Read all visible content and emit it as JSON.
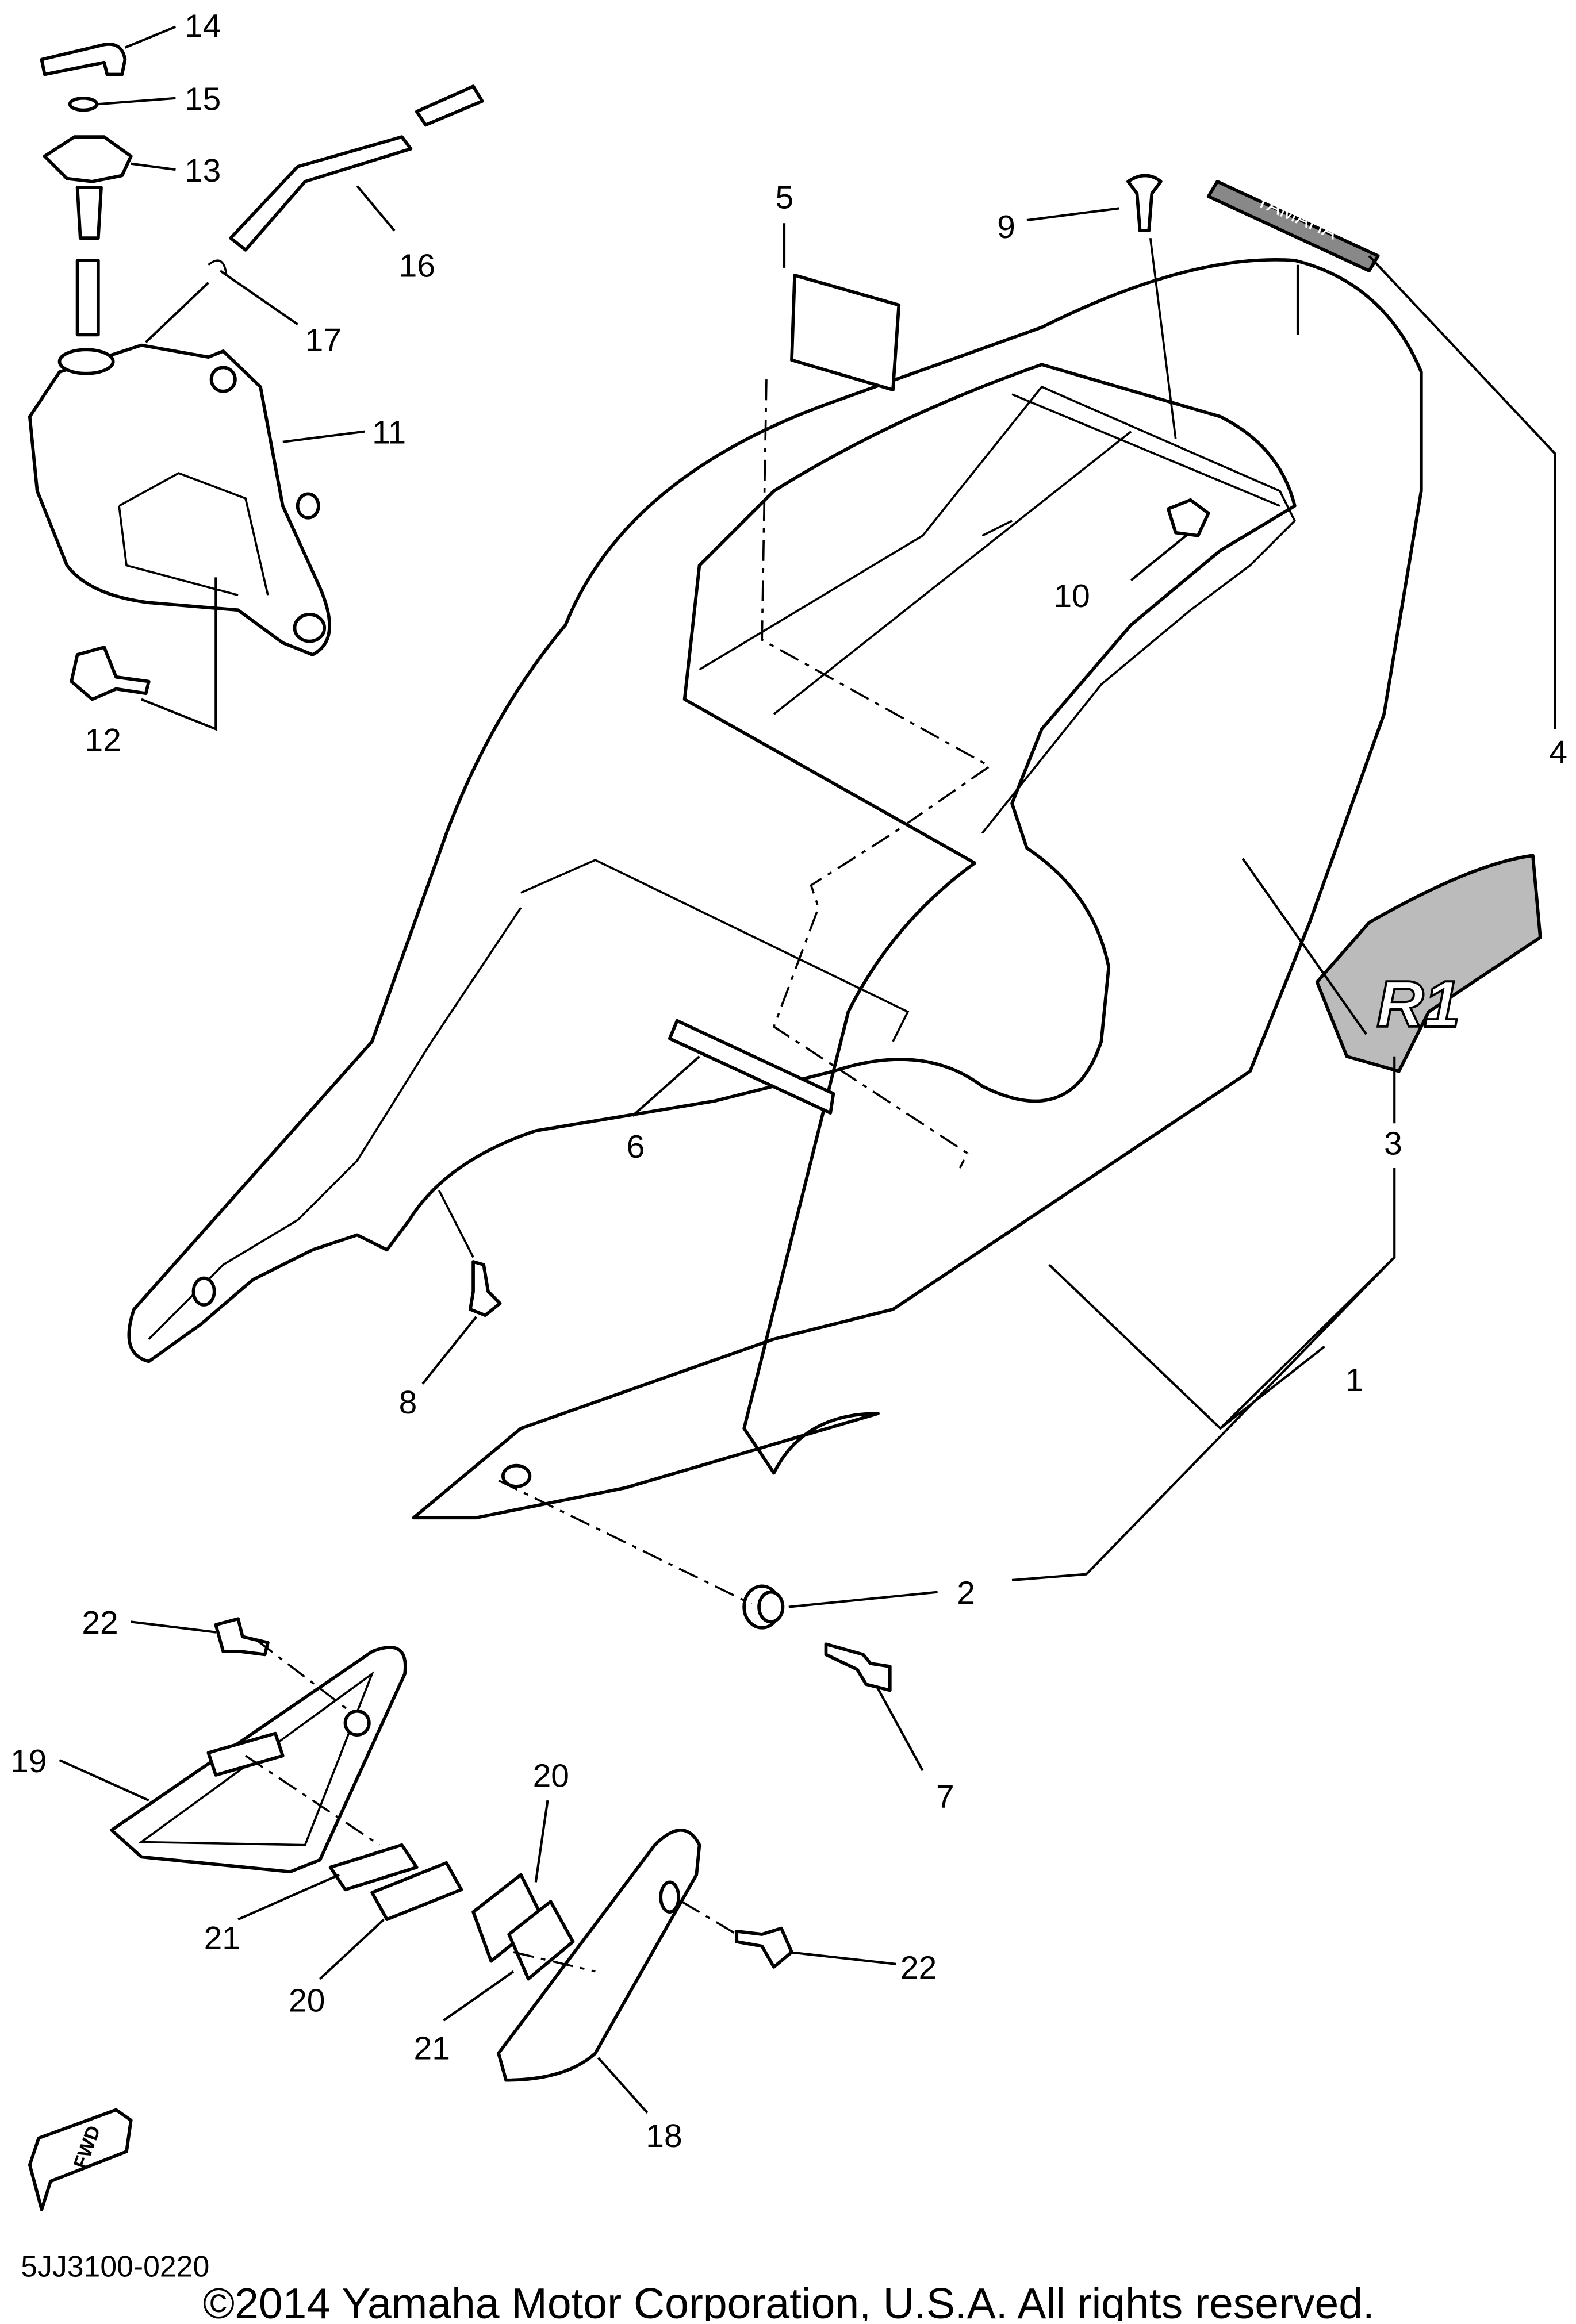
{
  "diagram": {
    "code": "5JJ3100-0220",
    "copyright": "©2014 Yamaha Motor Corporation, U.S.A. All rights reserved.",
    "fwd_label": "FWD",
    "decal_yamaha": "YAMAHA",
    "decal_r1": "R1",
    "callouts": [
      {
        "label": "14"
      },
      {
        "label": "15"
      },
      {
        "label": "13"
      },
      {
        "label": "16"
      },
      {
        "label": "17"
      },
      {
        "label": "11"
      },
      {
        "label": "12"
      },
      {
        "label": "5"
      },
      {
        "label": "9"
      },
      {
        "label": "10"
      },
      {
        "label": "4"
      },
      {
        "label": "3"
      },
      {
        "label": "6"
      },
      {
        "label": "1"
      },
      {
        "label": "8"
      },
      {
        "label": "2"
      },
      {
        "label": "7"
      },
      {
        "label": "22"
      },
      {
        "label": "19"
      },
      {
        "label": "20"
      },
      {
        "label": "21"
      },
      {
        "label": "20"
      },
      {
        "label": "22"
      },
      {
        "label": "21"
      },
      {
        "label": "18"
      }
    ]
  }
}
